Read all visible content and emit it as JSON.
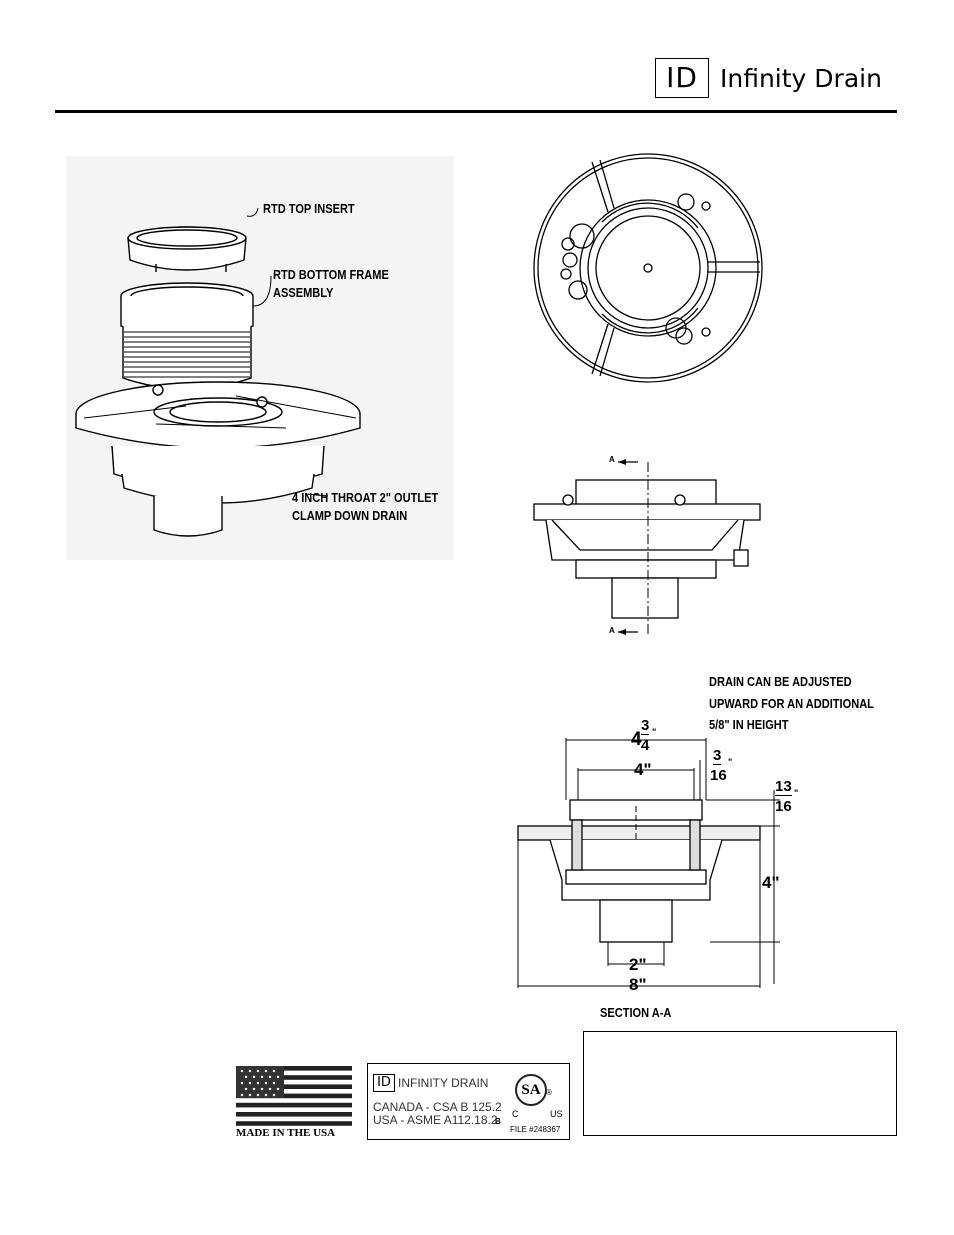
{
  "header": {
    "logo_mark": "ID",
    "brand": "Infinity Drain"
  },
  "exploded_view": {
    "labels": {
      "top_insert": "RTD TOP INSERT",
      "bottom_frame_1": "RTD BOTTOM FRAME",
      "bottom_frame_2": "ASSEMBLY",
      "drain_1": "4 INCH THROAT 2\" OUTLET",
      "drain_2": "CLAMP DOWN DRAIN"
    }
  },
  "elevation_view": {
    "section_marker_top": "A",
    "section_marker_bottom": "A"
  },
  "section_view": {
    "note_1": "DRAIN CAN BE ADJUSTED",
    "note_2": "UPWARD FOR AN ADDITIONAL",
    "note_3": "5/8\" IN HEIGHT",
    "dim_top_whole": "4",
    "dim_top_num": "3",
    "dim_top_den": "4",
    "dim_inch": "\"",
    "dim_inner": "4\"",
    "dim_gap_num": "3",
    "dim_gap_den": "16",
    "dim_lip_num": "13",
    "dim_lip_den": "16",
    "dim_height": "4\"",
    "dim_outlet": "2\"",
    "dim_flange": "8\"",
    "title": "SECTION A-A"
  },
  "footer": {
    "made_in": "MADE IN THE USA",
    "cert_logo_mark": "ID",
    "cert_brand": "INFINITY DRAIN",
    "cert_canada": "CANADA - CSA B 125.2",
    "cert_usa": "USA - ASME A112.18.2",
    "cert_b": "B",
    "csa_c": "C",
    "csa_us": "US",
    "csa_file": "FILE #248367",
    "csa_mark": "SA",
    "csa_reg": "®"
  }
}
